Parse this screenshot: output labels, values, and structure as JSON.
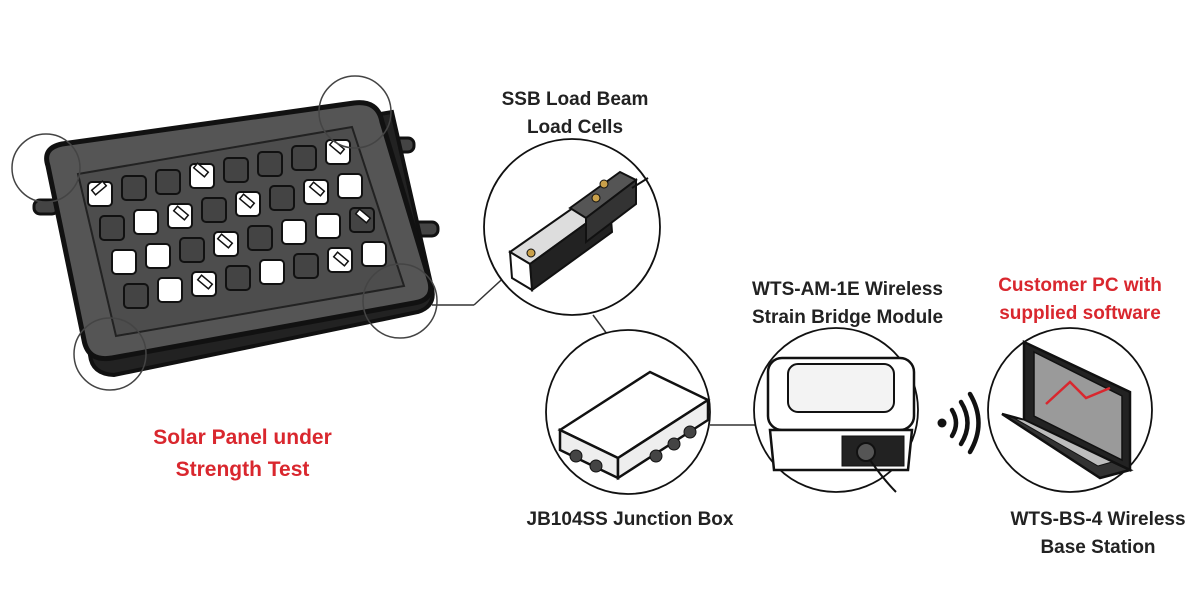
{
  "labels": {
    "load_cells": [
      "SSB Load Beam",
      "Load Cells"
    ],
    "junction_box": [
      "JB104SS Junction Box"
    ],
    "strain_module": [
      "WTS-AM-1E Wireless",
      "Strain Bridge Module"
    ],
    "customer_pc": [
      "Customer PC with",
      "supplied software"
    ],
    "base_station": [
      "WTS-BS-4 Wireless",
      "Base Station"
    ],
    "solar_panel": [
      "Solar Panel under",
      "Strength Test"
    ]
  },
  "colors": {
    "accent": "#d9272e",
    "text": "#222222",
    "outline": "#111111",
    "panel_frame": "#555555",
    "laptop_screen": "#9a9a9a"
  },
  "icons": [
    "wifi-signal-icon"
  ]
}
